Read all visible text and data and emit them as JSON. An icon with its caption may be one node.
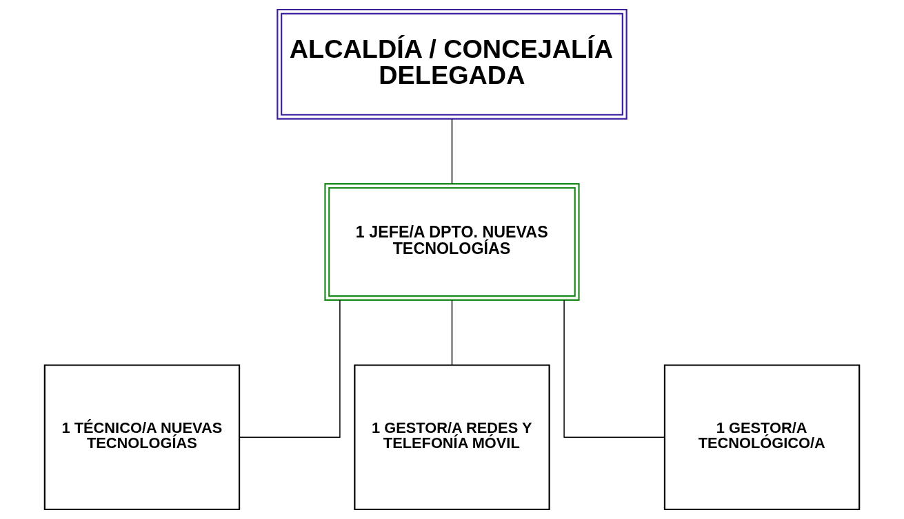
{
  "diagram": {
    "nodes": [
      {
        "text": [
          "ALCALDÍA / CONCEJALÍA DELEGADA"
        ]
      },
      {
        "text": [
          "1 JEFE/A DPTO. NUEVAS TECNOLOGÍAS"
        ]
      },
      {
        "text": [
          "1 TÉCNICO/A NUEVAS TECNOLOGÍAS"
        ]
      },
      {
        "text": [
          "1 GESTOR/A REDES Y TELEFONÍA MÓVIL"
        ]
      },
      {
        "text": [
          "1 GESTOR/A TECNOLÓGICO/A"
        ]
      }
    ],
    "edges": [
      {
        "from": 0,
        "to": 1,
        "arrow": "none"
      },
      {
        "from": 1,
        "to": 2,
        "arrow": "none"
      },
      {
        "from": 1,
        "to": 3,
        "arrow": "none"
      },
      {
        "from": 1,
        "to": 4,
        "arrow": "none"
      }
    ]
  }
}
